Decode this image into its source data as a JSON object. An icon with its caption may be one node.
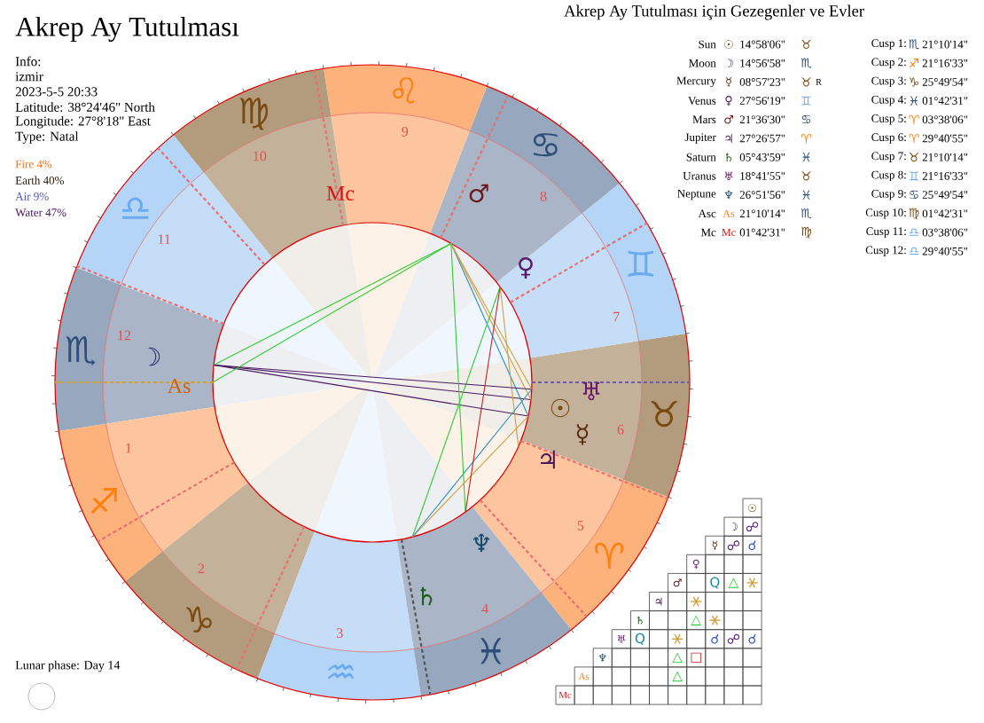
{
  "diagram": {
    "title": "Akrep Ay Tutulması",
    "labels": [
      "Info:",
      "izmir",
      "2023-5-5 20:33",
      "Latitude: 38°24'46\" North",
      "Longitude: 27°8'18\" East",
      "Type: Natal",
      "Fire 4%",
      "Earth 40%",
      "Air 9%",
      "Water 47%",
      "Lunar phase: Day 14",
      "Akrep Ay Tutulması için Gezegenler ve Evler",
      "Sun",
      "☉",
      "14°58'06\"",
      "♉",
      "Moon",
      "☽",
      "14°56'58\"",
      "♏",
      "Mercury",
      "☿",
      "08°57'23\"",
      "♉",
      "R",
      "Venus",
      "♀",
      "27°56'19\"",
      "♊",
      "Mars",
      "♂",
      "21°36'30\"",
      "♋",
      "Jupiter",
      "♃",
      "27°26'57\"",
      "♈",
      "Saturn",
      "♄",
      "05°43'59\"",
      "♓",
      "Uranus",
      "♅",
      "18°41'55\"",
      "♉",
      "Neptune",
      "♆",
      "26°51'56\"",
      "♓",
      "Asc",
      "As",
      "21°10'14\"",
      "♏",
      "Mc",
      "Mc",
      "01°42'31\"",
      "♍",
      "Cusp 1:",
      "♏",
      "21°10'14\"",
      "Cusp 2:",
      "♐",
      "21°16'33\"",
      "Cusp 3:",
      "♑",
      "25°49'54\"",
      "Cusp 4:",
      "♓",
      "01°42'31\"",
      "Cusp 5:",
      "♈",
      "03°38'06\"",
      "Cusp 6:",
      "♈",
      "29°40'55\"",
      "Cusp 7:",
      "♉",
      "21°10'14\"",
      "Cusp 8:",
      "♊",
      "21°16'33\"",
      "Cusp 9:",
      "♋",
      "25°49'54\"",
      "Cusp 10:",
      "♍",
      "01°42'31\"",
      "Cusp 11:",
      "♎",
      "03°38'06\"",
      "Cusp 12:",
      "♎",
      "29°40'55\"",
      "♈",
      "♉",
      "♊",
      "♋",
      "♌",
      "♍",
      "♎",
      "♏",
      "♐",
      "♑",
      "♒",
      "♓",
      "1",
      "2",
      "3",
      "4",
      "5",
      "6",
      "7",
      "8",
      "9",
      "10",
      "11",
      "12",
      "☉",
      "☽",
      "☿",
      "♀",
      "♂",
      "♃",
      "♄",
      "♅",
      "♆",
      "As",
      "Mc",
      "☉",
      "☽",
      "☿",
      "♀",
      "♂",
      "♃",
      "♄",
      "♅",
      "♆",
      "As",
      "Mc",
      "☍",
      "☍",
      "☌",
      "Q",
      "△",
      "△",
      "Q",
      "☌",
      "☍",
      "☌",
      "△",
      "□",
      "△"
    ]
  }
}
